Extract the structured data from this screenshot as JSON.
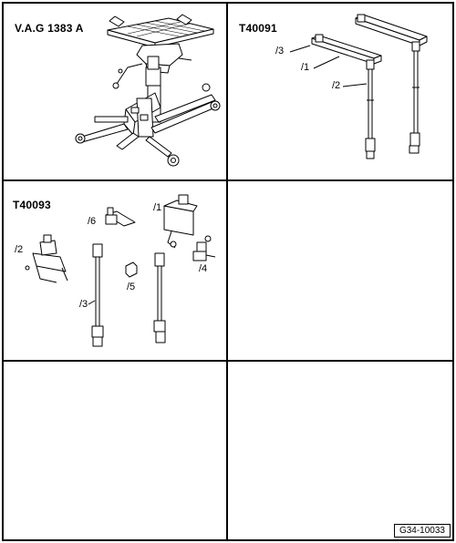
{
  "panels": [
    {
      "title": "V.A.G 1383 A"
    },
    {
      "title": "T40091",
      "labels": [
        "/3",
        "/1",
        "/2"
      ]
    },
    {
      "title": "T40093",
      "labels": [
        "/1",
        "/6",
        "/2",
        "/4",
        "/5",
        "/3"
      ]
    }
  ],
  "reference": "G34-10033"
}
